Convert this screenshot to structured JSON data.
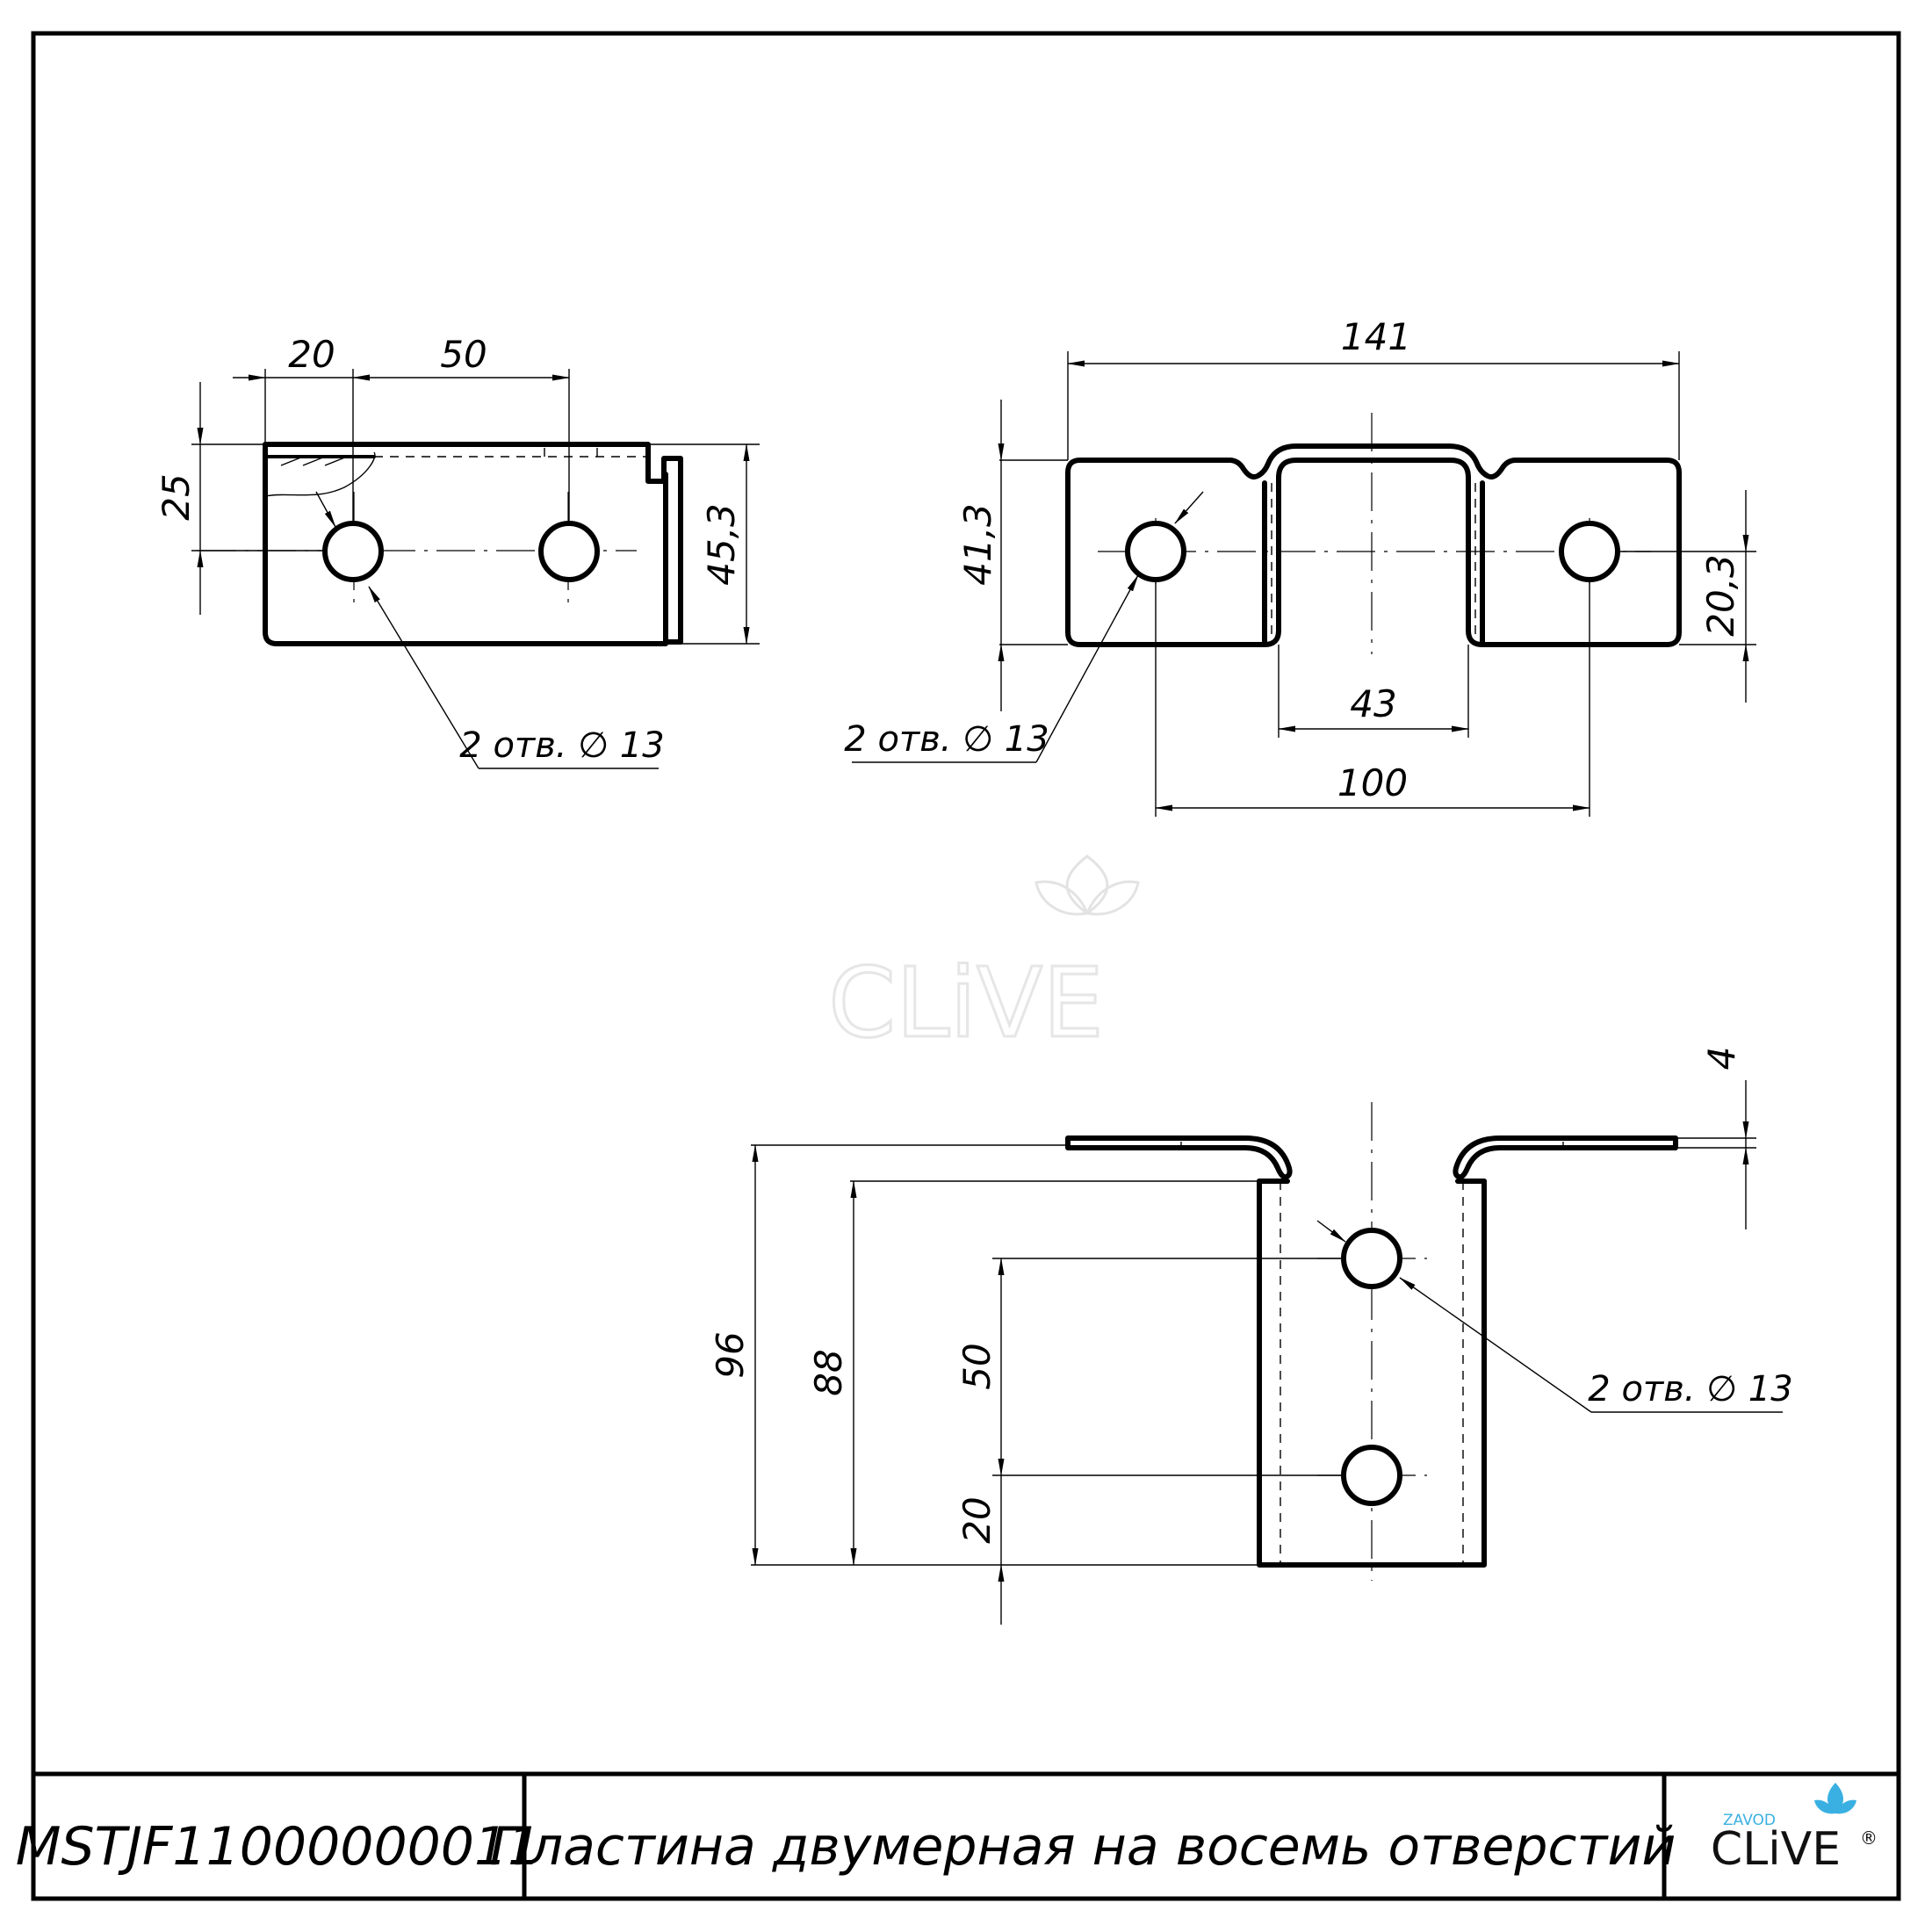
{
  "title_block": {
    "part_number": "MSTJF11000000011",
    "part_name": "Пластина двумерная на восемь отверстий",
    "logo": {
      "small": "ZAVOD",
      "brand": "CLiVE",
      "mark": "®",
      "accent_color": "#3ab0e2"
    }
  },
  "watermark": "CLiVE",
  "views": {
    "side": {
      "dims": {
        "d20": "20",
        "d50": "50",
        "d25": "25",
        "d45": "45,3"
      },
      "hole_callout": "2 отв. ∅ 13"
    },
    "front": {
      "dims": {
        "d141": "141",
        "d41": "41,3",
        "d20": "20,3",
        "d43": "43",
        "d100": "100"
      },
      "hole_callout": "2 отв. ∅ 13"
    },
    "top": {
      "dims": {
        "d4": "4",
        "d96": "96",
        "d88": "88",
        "d50": "50",
        "d20": "20"
      },
      "hole_callout": "2 отв. ∅ 13"
    }
  },
  "colors": {
    "line": "#000000",
    "background": "#ffffff",
    "watermark": "#e3e3e3"
  }
}
